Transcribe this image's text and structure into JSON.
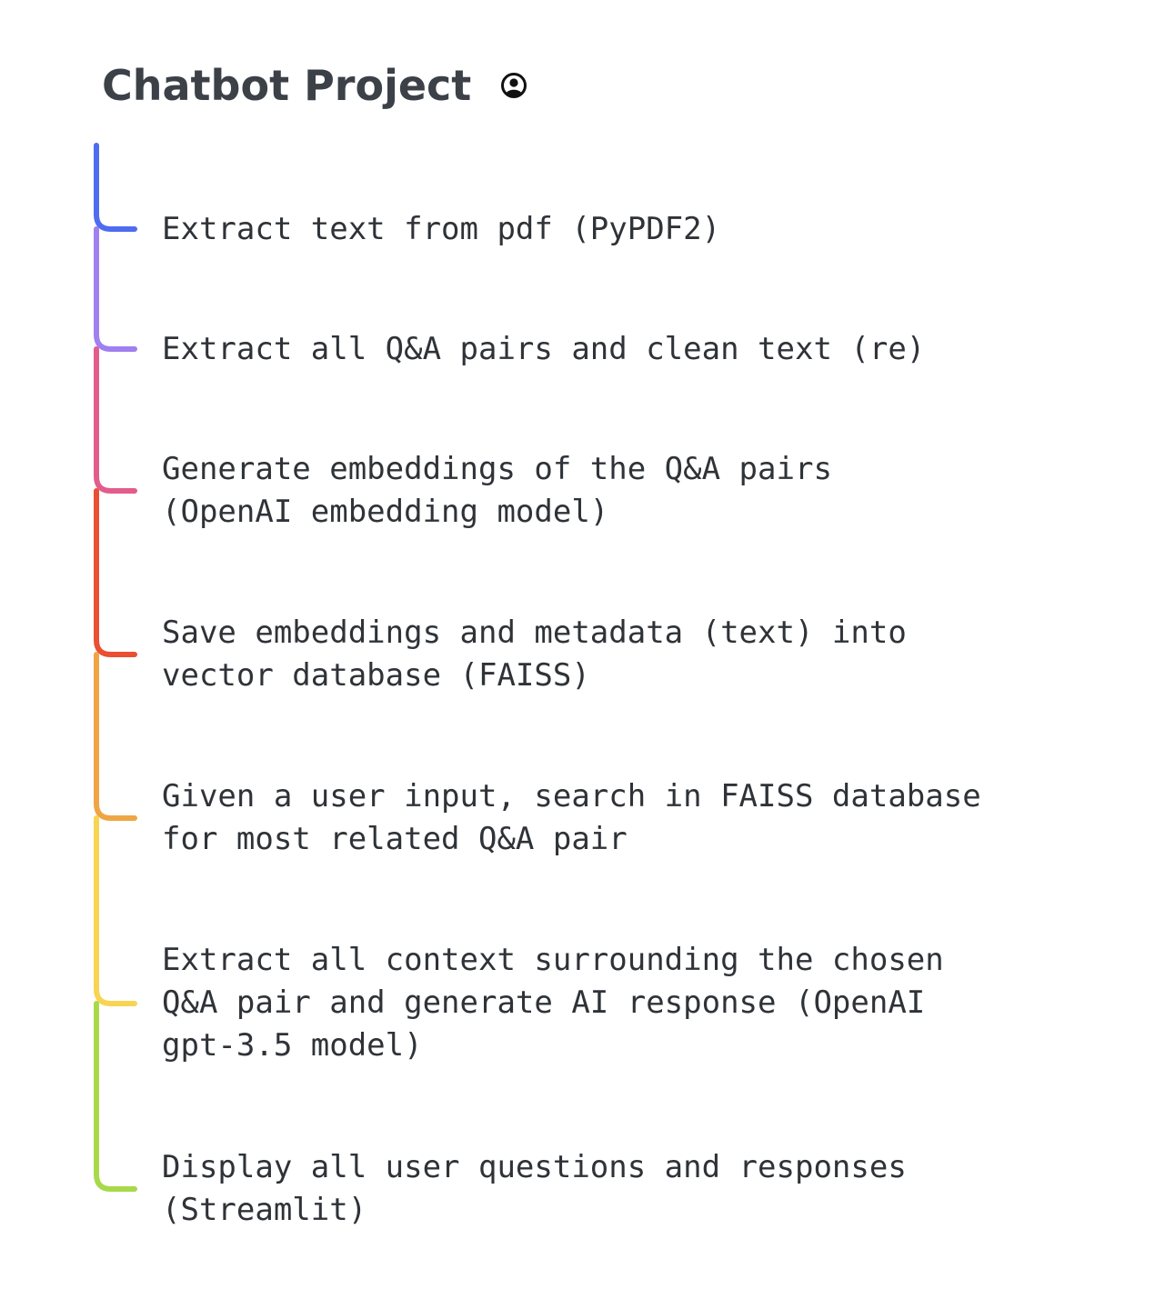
{
  "title": "Chatbot Project",
  "title_icon": "user-circle-icon",
  "nodes": [
    {
      "label": "Extract text from pdf (PyPDF2)",
      "color": "#4f6cf0"
    },
    {
      "label": "Extract all Q&A pairs and clean text (re)",
      "color": "#a07ff0"
    },
    {
      "label": "Generate embeddings of the Q&A pairs\n(OpenAI embedding model)",
      "color": "#e25c8c"
    },
    {
      "label": "Save embeddings and metadata (text) into\nvector database (FAISS)",
      "color": "#ea4e33"
    },
    {
      "label": "Given a user input, search in FAISS database\nfor most related Q&A pair",
      "color": "#f0a545"
    },
    {
      "label": "Extract all context surrounding the chosen\nQ&A pair and generate AI response (OpenAI\ngpt-3.5 model)",
      "color": "#f7d451"
    },
    {
      "label": "Display all user questions and responses\n(Streamlit)",
      "color": "#a8d94a"
    }
  ]
}
